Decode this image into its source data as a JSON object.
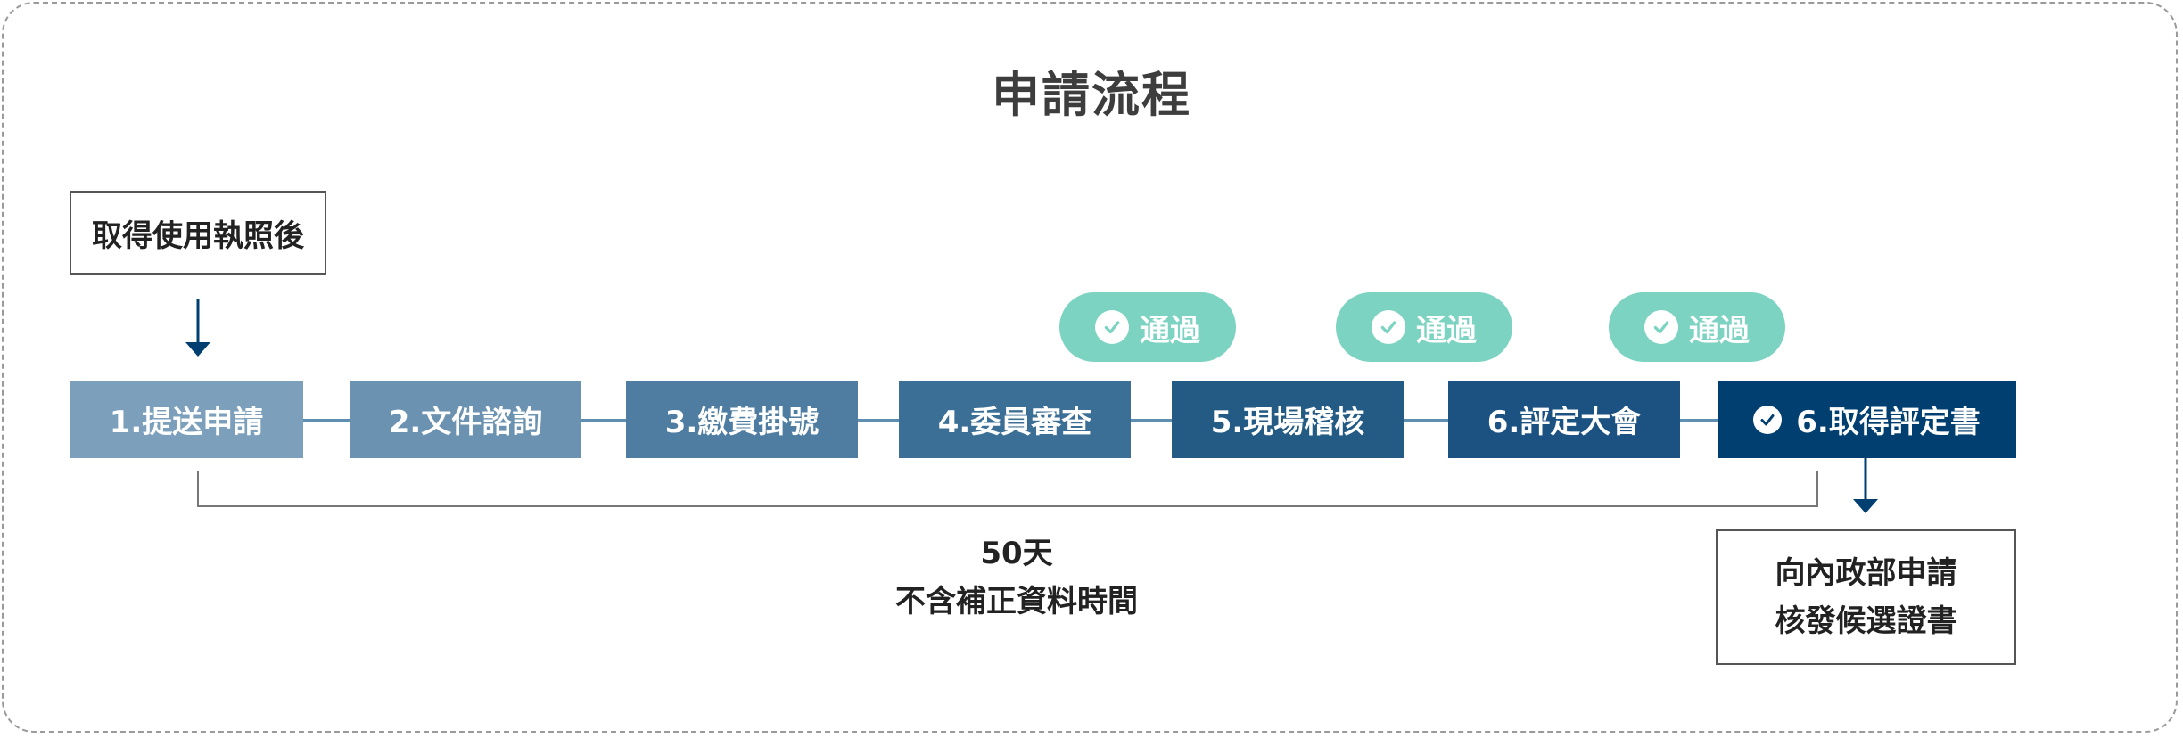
{
  "title": "申請流程",
  "start_label": "取得使用執照後",
  "steps": [
    {
      "label": "1.提送申請",
      "color": "#7c9fbc"
    },
    {
      "label": "2.文件諮詢",
      "color": "#6b92b1"
    },
    {
      "label": "3.繳費掛號",
      "color": "#4f7da2"
    },
    {
      "label": "4.委員審查",
      "color": "#3c6f95"
    },
    {
      "label": "5.現場稽核",
      "color": "#235b85"
    },
    {
      "label": "6.評定大會",
      "color": "#1b5281"
    },
    {
      "label": "6.取得評定書",
      "color": "#003f70"
    }
  ],
  "pass_badges": [
    {
      "label": "通過"
    },
    {
      "label": "通過"
    },
    {
      "label": "通過"
    }
  ],
  "duration": {
    "days": "50天",
    "note": "不含補正資料時間"
  },
  "end_label": {
    "line1": "向內政部申請",
    "line2": "核發候選證書"
  },
  "colors": {
    "pass_badge": "#7dd3c2",
    "arrow": "#003f70",
    "connector": "#5f8fb0"
  },
  "icons": {
    "pass": "check-circle-icon",
    "final": "check-circle-icon",
    "flow": "arrow-down-icon"
  }
}
